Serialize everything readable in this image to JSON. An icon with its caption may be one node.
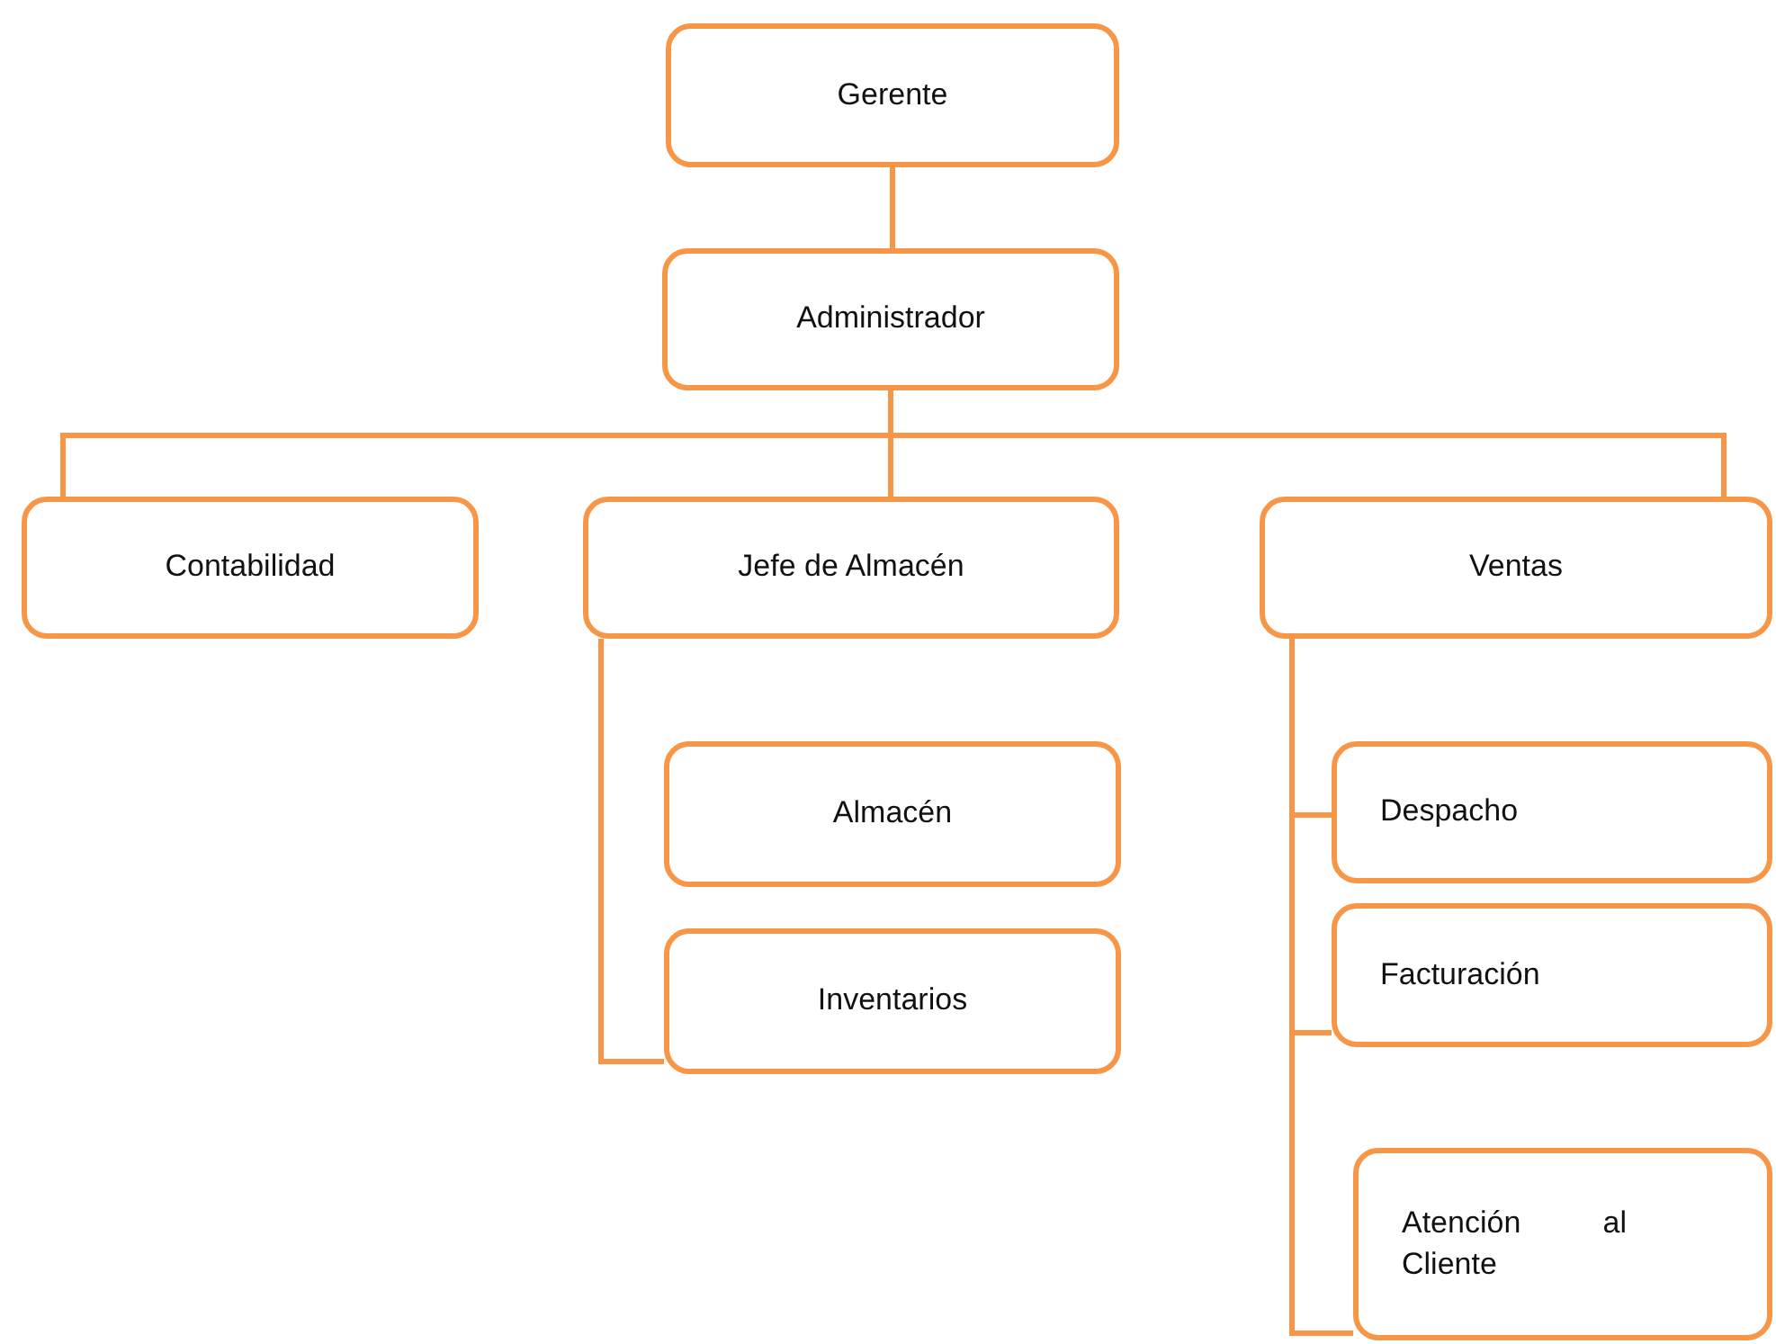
{
  "diagram": {
    "nodes": [
      {
        "text": [
          "Gerente"
        ]
      },
      {
        "text": [
          "Administrador"
        ]
      },
      {
        "text": [
          "Contabilidad"
        ]
      },
      {
        "text": [
          "Jefe de Almacén"
        ]
      },
      {
        "text": [
          "Ventas"
        ]
      },
      {
        "text": [
          "Almacén"
        ]
      },
      {
        "text": [
          "Inventarios"
        ]
      },
      {
        "text": [
          "Despacho"
        ]
      },
      {
        "text": [
          "Facturación"
        ]
      },
      {
        "text": [
          "Atención al Cliente"
        ]
      }
    ],
    "edges": [
      {
        "from": 0,
        "to": 1,
        "arrow": "none"
      },
      {
        "from": 1,
        "to": 2,
        "arrow": "none"
      },
      {
        "from": 1,
        "to": 3,
        "arrow": "none"
      },
      {
        "from": 1,
        "to": 4,
        "arrow": "none"
      },
      {
        "from": 3,
        "to": 6,
        "arrow": "none"
      },
      {
        "from": 4,
        "to": 7,
        "arrow": "none"
      },
      {
        "from": 4,
        "to": 8,
        "arrow": "none"
      },
      {
        "from": 4,
        "to": 9,
        "arrow": "none"
      }
    ]
  }
}
